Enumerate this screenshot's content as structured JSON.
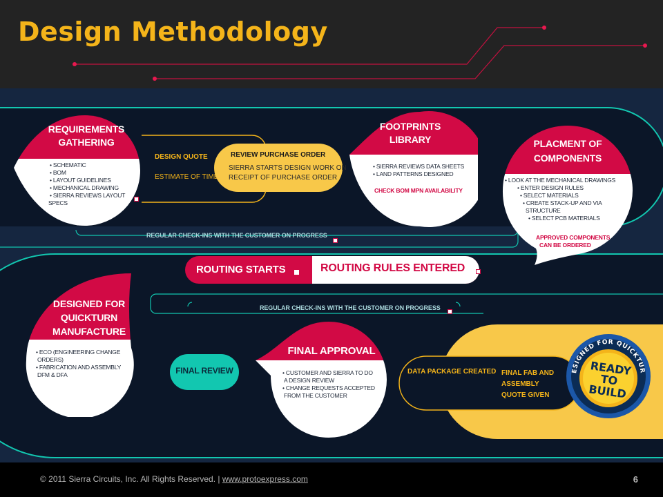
{
  "title": "Design Methodology",
  "footer": {
    "copyright": "© 2011 Sierra Circuits, Inc. All Rights Reserved. | ",
    "link": "www.protoexpress.com",
    "page": "6"
  },
  "colors": {
    "accent": "#f4b41a",
    "red": "#d20a45",
    "teal": "#12c7b0",
    "navy": "#0b1628",
    "yellow": "#f8c849"
  },
  "steps": {
    "requirements": {
      "title1": "REQUIREMENTS",
      "title2": "GATHERING",
      "items": [
        "• SCHEMATIC",
        "• BOM",
        "• LAYOUT GUIDELINES",
        "• MECHANICAL DRAWING",
        "• SIERRA REVIEWS LAYOUT",
        "SPECS"
      ]
    },
    "quote": {
      "label1": "DESIGN QUOTE",
      "label2": "ESTIMATE OF TIME"
    },
    "purchase": {
      "title": "REVIEW PURCHASE ORDER",
      "line1": "SIERRA STARTS DESIGN WORK ON",
      "line2": "RECEIPT OF PURCHASE ORDER"
    },
    "footprints": {
      "title1": "FOOTPRINTS",
      "title2": "LIBRARY",
      "items": [
        "• SIERRA REVIEWS DATA SHEETS",
        "• LAND PATTERNS DESIGNED"
      ],
      "note": "CHECK BOM MPN AVAILABILITY"
    },
    "placement": {
      "title1": "PLACMENT OF",
      "title2": "COMPONENTS",
      "items": [
        "• LOOK AT THE MECHANICAL DRAWINGS",
        "• ENTER DESIGN RULES",
        "• SELECT MATERIALS",
        "• CREATE STACK-UP AND VIA",
        "STRUCTURE",
        "• SELECT PCB MATERIALS"
      ],
      "note1": "APPROVED COMPONENTS",
      "note2": "CAN BE ORDERED"
    },
    "checkin1": "REGULAR CHECK-INS WITH THE CUSTOMER ON PROGRESS",
    "routing": {
      "starts": "ROUTING STARTS",
      "rules": "ROUTING RULES ENTERED"
    },
    "checkin2": "REGULAR CHECK-INS WITH THE CUSTOMER ON PROGRESS",
    "dfm": {
      "title1": "DESIGNED FOR",
      "title2": "QUICKTURN",
      "title3": "MANUFACTURE",
      "items": [
        "• ECO (ENGINEERING CHANGE",
        "ORDERS)",
        "• FABRICATION AND ASSEMBLY",
        "DFM & DFA"
      ]
    },
    "final_review": "FINAL REVIEW",
    "final_approval": {
      "title": "FINAL APPROVAL",
      "items": [
        "• CUSTOMER AND SIERRA TO DO",
        "A DESIGN REVIEW",
        "• CHANGE REQUESTS ACCEPTED",
        "FROM THE CUSTOMER"
      ]
    },
    "data_package": "DATA PACKAGE CREATED",
    "final_quote": {
      "line1": "FINAL FAB AND",
      "line2": "ASSEMBLY",
      "line3": "QUOTE GIVEN"
    },
    "badge": {
      "ring": "DESIGNED FOR QUICKTURN",
      "line1": "READY TO",
      "line2": "BUILD"
    }
  }
}
